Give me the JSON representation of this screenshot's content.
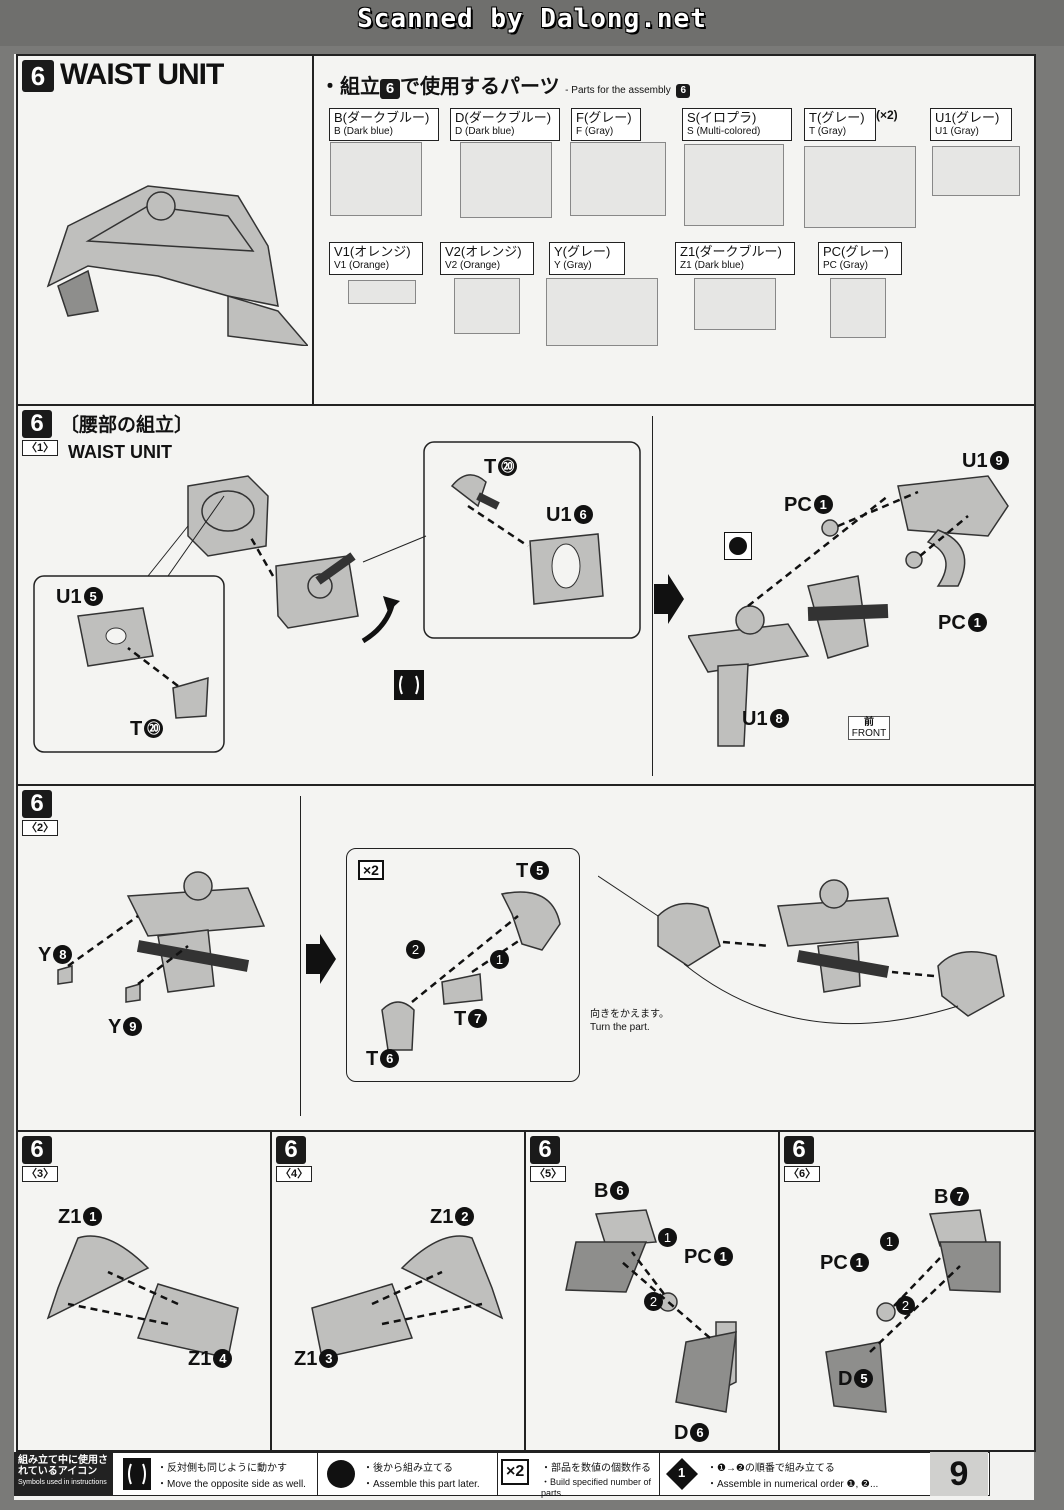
{
  "scan_banner": "Scanned by Dalong.net",
  "header": {
    "step_number": "6",
    "title": "WAIST UNIT",
    "parts_heading_jp": "・組立",
    "parts_heading_step": "6",
    "parts_heading_jp2": "で使用するパーツ",
    "parts_heading_en": "- Parts for the assembly",
    "parts_heading_en_step": "6"
  },
  "parts": [
    {
      "jp": "B(ダークブルー)",
      "en": "B (Dark blue)",
      "mult": ""
    },
    {
      "jp": "D(ダークブルー)",
      "en": "D (Dark blue)",
      "mult": ""
    },
    {
      "jp": "F(グレー)",
      "en": "F (Gray)",
      "mult": ""
    },
    {
      "jp": "S(イロプラ)",
      "en": "S (Multi-colored)",
      "mult": ""
    },
    {
      "jp": "T(グレー)",
      "en": "T (Gray)",
      "mult": "(×2)"
    },
    {
      "jp": "U1(グレー)",
      "en": "U1 (Gray)",
      "mult": ""
    },
    {
      "jp": "V1(オレンジ)",
      "en": "V1 (Orange)",
      "mult": ""
    },
    {
      "jp": "V2(オレンジ)",
      "en": "V2 (Orange)",
      "mult": ""
    },
    {
      "jp": "Y(グレー)",
      "en": "Y (Gray)",
      "mult": ""
    },
    {
      "jp": "Z1(ダークブルー)",
      "en": "Z1 (Dark blue)",
      "mult": ""
    },
    {
      "jp": "PC(グレー)",
      "en": "PC (Gray)",
      "mult": ""
    }
  ],
  "step1": {
    "num": "6",
    "sub": "〈1〉",
    "title_jp": "〔腰部の組立〕",
    "title_en": "WAIST UNIT",
    "labels": {
      "t20a": "T",
      "u16": "U1",
      "u15": "U1",
      "t20b": "T",
      "u19": "U1",
      "pc1a": "PC",
      "pc1b": "PC",
      "u18": "U1"
    },
    "label_nums": {
      "t20a": "⑳",
      "u16": "6",
      "u15": "5",
      "t20b": "⑳",
      "u19": "9",
      "pc1a": "1",
      "pc1b": "1",
      "u18": "8"
    },
    "front_jp": "前",
    "front_en": "FRONT"
  },
  "step2": {
    "num": "6",
    "sub": "〈2〉",
    "labels": {
      "y8": "Y",
      "y9": "Y",
      "t5": "T",
      "t7": "T",
      "t6": "T"
    },
    "label_nums": {
      "y8": "8",
      "y9": "9",
      "t5": "5",
      "t7": "7",
      "t6": "6"
    },
    "times": "×2",
    "order1": "1",
    "order2": "2",
    "turn_jp": "向きをかえます。",
    "turn_en": "Turn the part."
  },
  "step3": {
    "num": "6",
    "sub": "〈3〉",
    "a": "Z1",
    "a_n": "1",
    "b": "Z1",
    "b_n": "4"
  },
  "step4": {
    "num": "6",
    "sub": "〈4〉",
    "a": "Z1",
    "a_n": "2",
    "b": "Z1",
    "b_n": "3"
  },
  "step5": {
    "num": "6",
    "sub": "〈5〉",
    "a": "B",
    "a_n": "6",
    "pc": "PC",
    "pc_n": "1",
    "d": "D",
    "d_n": "6",
    "o1": "1",
    "o2": "2"
  },
  "step6": {
    "num": "6",
    "sub": "〈6〉",
    "a": "B",
    "a_n": "7",
    "pc": "PC",
    "pc_n": "1",
    "d": "D",
    "d_n": "5",
    "o1": "1",
    "o2": "2"
  },
  "legend": {
    "title_jp": "組み立て中に使用されているアイコン",
    "title_en": "Symbols used in instructions",
    "i1_jp": "・反対側も同じように動かす",
    "i1_en": "・Move the opposite side as well.",
    "i2_jp": "・後から組み立てる",
    "i2_en": "・Assemble this part later.",
    "i3_mark": "×2",
    "i3_jp": "・部品を数値の個数作る",
    "i3_en": "・Build specified number of parts.",
    "i4_mark": "1",
    "i4_jp": "・❶→❷の順番で組み立てる",
    "i4_en": "・Assemble in numerical order ❶, ❷..."
  },
  "page_number": "9"
}
